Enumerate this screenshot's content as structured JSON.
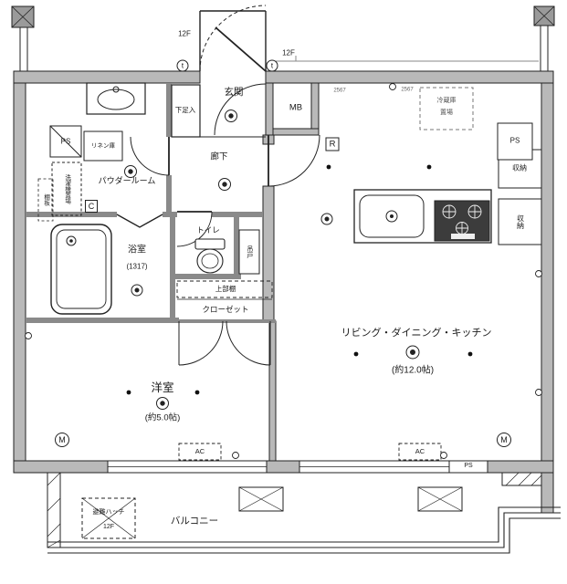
{
  "colors": {
    "wall_fill": "#b9b9b9",
    "wall_stroke": "#222222",
    "line": "#222222",
    "background": "#ffffff",
    "stove": "#3c3c3c"
  },
  "plan": {
    "floor_labels": {
      "top_left": "12F",
      "top_right": "12F",
      "evac_hatch_floor": "12F"
    },
    "rooms": {
      "entrance": "玄関",
      "hallway": "廊下",
      "powder_room": "パウダールーム",
      "bathroom": "浴室",
      "bathroom_size": "(1317)",
      "toilet": "トイレ",
      "western_room": "洋室",
      "western_room_size": "(約5.0帖)",
      "ldk": "リビング・ダイニング・キッチン",
      "ldk_size": "(約12.0帖)",
      "balcony": "バルコニー"
    },
    "storage": {
      "shoe_box": "下足入",
      "linen_closet": "リネン庫",
      "closet": "クローゼット",
      "upper_shelf": "上部棚",
      "storage_right_top": "収納",
      "storage_right_side": "収納",
      "hanging_cabinet": "吊戸",
      "shelf_board": "棚板"
    },
    "equipment": {
      "meter_box": "MB",
      "fridge_space_line1": "冷蔵庫",
      "fridge_space_line2": "置場",
      "washer_space": "洗濯機置場",
      "ac": "AC",
      "evac_hatch": "避難ハッチ",
      "pipe_space": "PS"
    },
    "marks": {
      "t": "t",
      "r": "R",
      "c": "C",
      "m": "M",
      "note": "2567"
    }
  }
}
